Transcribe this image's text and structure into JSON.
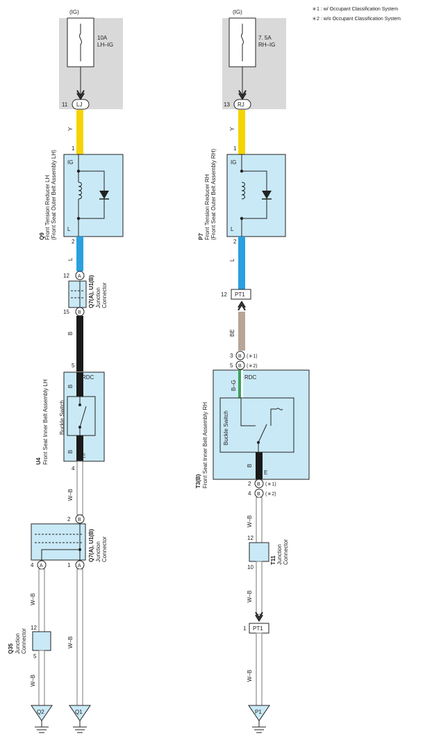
{
  "notes": {
    "n1": "＊1 : w/ Occupant Classification System",
    "n2": "＊2 : w/o Occupant Classification System"
  },
  "left": {
    "power": "(IG)",
    "fuse_amp": "10A",
    "fuse_name": "LH–IG",
    "conn_pin": "11",
    "conn_label": "LJ",
    "wire_y": "Y",
    "tension_code": "Q9",
    "tension_name": "Front Tension Reducer LH",
    "tension_sub": "(Front Seat Outer Belt Assembly LH)",
    "pin_1": "1",
    "pin_2": "2",
    "term_ig": "IG",
    "term_l": "L",
    "wire_l": "L",
    "jc1_code": "Q7(A), U1(B)",
    "jc1_name": "Junction",
    "jc1_sub": "Connector",
    "jc1_pin_top": "12",
    "jc1_letter_top": "A",
    "jc1_pin_bot": "15",
    "jc1_letter_bot": "B",
    "wire_b1": "B",
    "buckle_code": "U4",
    "buckle_name": "Front Seat Inner Belt Assembly LH",
    "buckle_switch": "Buckle Switch",
    "pin_5": "5",
    "term_rdc": "RDC",
    "wire_b2": "B",
    "wire_b3": "B",
    "term_e": "E",
    "pin_4": "4",
    "wire_wb1": "W–B",
    "jc2_code": "Q7(A), U1(B)",
    "jc2_name": "Junction",
    "jc2_sub": "Connector",
    "jc2_pin_top": "2",
    "jc2_letter_top": "B",
    "jc2_pin_l": "4",
    "jc2_letter_l": "A",
    "jc2_pin_r": "1",
    "jc2_letter_r": "A",
    "wire_wb2": "W–B",
    "wire_wb3": "W–B",
    "q35_code": "Q35",
    "q35_name": "Junction",
    "q35_sub": "Connector",
    "q35_pin_top": "12",
    "q35_pin_bot": "5",
    "wire_wb4": "W–B",
    "ground_1": "Q2",
    "ground_2": "Q1"
  },
  "right": {
    "power": "(IG)",
    "fuse_amp": "7. 5A",
    "fuse_name": "RH–IG",
    "conn_pin": "13",
    "conn_label": "RJ",
    "wire_y": "Y",
    "tension_code": "P7",
    "tension_name": "Front Tension Reducer RH",
    "tension_sub": "(Front Seat Outer Belt Assembly RH)",
    "pin_1": "1",
    "pin_2": "2",
    "term_ig": "IG",
    "term_l": "L",
    "wire_l": "L",
    "pt1_pin": "12",
    "pt1_label": "PT1",
    "wire_be": "BE",
    "pin_3": "3",
    "letter_3": "B",
    "mark_3": "(＊1)",
    "pin_5": "5",
    "letter_5": "B",
    "mark_5": "(＊2)",
    "wire_bg": "B–G",
    "term_rdc": "RDC",
    "buckle_code": "T3(B)",
    "buckle_name": "Front Seat Inner Belt Assembly RH",
    "buckle_switch": "Buckle Switch",
    "wire_b": "B",
    "term_e": "E",
    "pin_2b": "2",
    "letter_2b": "B",
    "mark_2b": "(＊1)",
    "pin_4b": "4",
    "letter_4b": "B",
    "mark_4b": "(＊2)",
    "wire_wb1": "W–B",
    "t11_code": "T11",
    "t11_name": "Junction",
    "t11_sub": "Connector",
    "t11_pin_top": "12",
    "t11_pin_bot": "10",
    "wire_wb2": "W–B",
    "pt1b_pin": "1",
    "pt1b_label": "PT1",
    "wire_wb3": "W–B",
    "ground": "P1"
  },
  "colors": {
    "fuse_bg": "#d9d9d9",
    "component_fill": "#c9e9f6",
    "wire_yellow": "#f5d400",
    "wire_blue": "#2b9fe0",
    "wire_black": "#1a1a1a",
    "wire_beige": "#b7a596",
    "wire_green": "#3aa35a",
    "wire_wb": "#777777"
  }
}
